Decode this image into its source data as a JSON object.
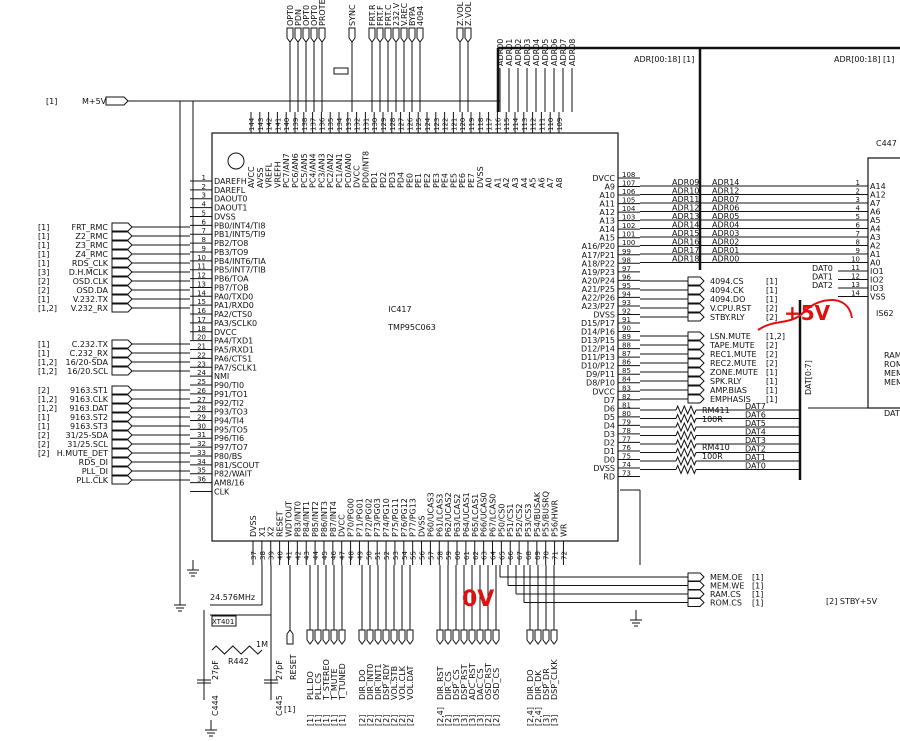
{
  "ic": {
    "ref": "IC417",
    "part": "TMP95C063",
    "left_pins": [
      {
        "num": "1",
        "label": "DAREFH"
      },
      {
        "num": "2",
        "label": "DAREFL"
      },
      {
        "num": "3",
        "label": "DAOUT0"
      },
      {
        "num": "4",
        "label": "DAOUT1"
      },
      {
        "num": "5",
        "label": "DVSS"
      },
      {
        "num": "6",
        "label": "PB0/INT4/TI8"
      },
      {
        "num": "7",
        "label": "PB1/INT5/TI9"
      },
      {
        "num": "8",
        "label": "PB2/TO8"
      },
      {
        "num": "9",
        "label": "PB3/TO9"
      },
      {
        "num": "10",
        "label": "PB4/INT6/TIA"
      },
      {
        "num": "11",
        "label": "PB5/INT7/TIB"
      },
      {
        "num": "12",
        "label": "PB6/TOA"
      },
      {
        "num": "13",
        "label": "PB7/TOB"
      },
      {
        "num": "14",
        "label": "PA0/TXD0"
      },
      {
        "num": "15",
        "label": "PA1/RXD0"
      },
      {
        "num": "16",
        "label": "PA2/CTS0"
      },
      {
        "num": "17",
        "label": "PA3/SCLK0"
      },
      {
        "num": "18",
        "label": "DVCC"
      },
      {
        "num": "20",
        "label": "PA4/TXD1"
      },
      {
        "num": "21",
        "label": "PA5/RXD1"
      },
      {
        "num": "22",
        "label": "PA6/CTS1"
      },
      {
        "num": "23",
        "label": "PA7/SCLK1"
      },
      {
        "num": "24",
        "label": "NMI"
      },
      {
        "num": "25",
        "label": "P90/TI0"
      },
      {
        "num": "26",
        "label": "P91/TO1"
      },
      {
        "num": "27",
        "label": "P92/TI2"
      },
      {
        "num": "28",
        "label": "P93/TO3"
      },
      {
        "num": "29",
        "label": "P94/TI4"
      },
      {
        "num": "30",
        "label": "P95/TO5"
      },
      {
        "num": "31",
        "label": "P96/TI6"
      },
      {
        "num": "32",
        "label": "P97/TO7"
      },
      {
        "num": "33",
        "label": "P80/BS"
      },
      {
        "num": "34",
        "label": "P81/SCOUT"
      },
      {
        "num": "35",
        "label": "P82/WAIT"
      },
      {
        "num": "36",
        "label": "AM8/16"
      },
      {
        "num": "",
        "label": "CLK"
      }
    ],
    "right_pins": [
      {
        "num": "108",
        "label": "DVCC"
      },
      {
        "num": "107",
        "label": "A9"
      },
      {
        "num": "106",
        "label": "A10"
      },
      {
        "num": "105",
        "label": "A11"
      },
      {
        "num": "104",
        "label": "A12"
      },
      {
        "num": "103",
        "label": "A13"
      },
      {
        "num": "102",
        "label": "A14"
      },
      {
        "num": "101",
        "label": "A15"
      },
      {
        "num": "100",
        "label": "A16/P20"
      },
      {
        "num": "99",
        "label": "A17/P21"
      },
      {
        "num": "98",
        "label": "A18/P22"
      },
      {
        "num": "97",
        "label": "A19/P23"
      },
      {
        "num": "96",
        "label": "A20/P24"
      },
      {
        "num": "95",
        "label": "A21/P25"
      },
      {
        "num": "94",
        "label": "A22/P26"
      },
      {
        "num": "93",
        "label": "A23/P27"
      },
      {
        "num": "92",
        "label": "DVSS"
      },
      {
        "num": "91",
        "label": "D15/P17"
      },
      {
        "num": "90",
        "label": "D14/P16"
      },
      {
        "num": "89",
        "label": "D13/P15"
      },
      {
        "num": "88",
        "label": "D12/P14"
      },
      {
        "num": "87",
        "label": "D11/P13"
      },
      {
        "num": "86",
        "label": "D10/P12"
      },
      {
        "num": "85",
        "label": "D9/P11"
      },
      {
        "num": "84",
        "label": "D8/P10"
      },
      {
        "num": "83",
        "label": "DVCC"
      },
      {
        "num": "82",
        "label": "D7"
      },
      {
        "num": "81",
        "label": "D6"
      },
      {
        "num": "80",
        "label": "D5"
      },
      {
        "num": "79",
        "label": "D4"
      },
      {
        "num": "78",
        "label": "D3"
      },
      {
        "num": "77",
        "label": "D2"
      },
      {
        "num": "76",
        "label": "D1"
      },
      {
        "num": "75",
        "label": "D0"
      },
      {
        "num": "74",
        "label": "DVSS"
      },
      {
        "num": "73",
        "label": "RD"
      }
    ],
    "top_pins": [
      {
        "num": "144",
        "label": "AVCC"
      },
      {
        "num": "143",
        "label": "AVSS"
      },
      {
        "num": "142",
        "label": "VREFL"
      },
      {
        "num": "141",
        "label": "VREFH"
      },
      {
        "num": "140",
        "label": "PC7/AN7"
      },
      {
        "num": "139",
        "label": "PC6/AN6"
      },
      {
        "num": "138",
        "label": "PC5/AN5"
      },
      {
        "num": "137",
        "label": "PC4/AN4"
      },
      {
        "num": "136",
        "label": "PC3/AN3"
      },
      {
        "num": "135",
        "label": "PC2/AN2"
      },
      {
        "num": "134",
        "label": "PC1/AN1"
      },
      {
        "num": "133",
        "label": "PC0/AN0"
      },
      {
        "num": "132",
        "label": "DVCC"
      },
      {
        "num": "131",
        "label": "PD0/INT8"
      },
      {
        "num": "130",
        "label": "PD1"
      },
      {
        "num": "129",
        "label": "PD2"
      },
      {
        "num": "128",
        "label": "PD3"
      },
      {
        "num": "127",
        "label": "PD4"
      },
      {
        "num": "126",
        "label": "PE0"
      },
      {
        "num": "125",
        "label": "PE1"
      },
      {
        "num": "124",
        "label": "PE2"
      },
      {
        "num": "123",
        "label": "PE3"
      },
      {
        "num": "122",
        "label": "PE4"
      },
      {
        "num": "121",
        "label": "PE5"
      },
      {
        "num": "120",
        "label": "PE6"
      },
      {
        "num": "119",
        "label": "PE7"
      },
      {
        "num": "118",
        "label": "DVSS"
      },
      {
        "num": "117",
        "label": "A0"
      },
      {
        "num": "116",
        "label": "A1"
      },
      {
        "num": "115",
        "label": "A2"
      },
      {
        "num": "114",
        "label": "A3"
      },
      {
        "num": "113",
        "label": "A4"
      },
      {
        "num": "112",
        "label": "A5"
      },
      {
        "num": "111",
        "label": "A6"
      },
      {
        "num": "110",
        "label": "A7"
      },
      {
        "num": "109",
        "label": "A8"
      }
    ],
    "bottom_pins": [
      {
        "num": "37",
        "label": "DVSS"
      },
      {
        "num": "38",
        "label": "X1"
      },
      {
        "num": "39",
        "label": "X2"
      },
      {
        "num": "40",
        "label": "RESET"
      },
      {
        "num": "41",
        "label": "WDTOUT"
      },
      {
        "num": "42",
        "label": "P83/INT0"
      },
      {
        "num": "43",
        "label": "P84/INT1"
      },
      {
        "num": "44",
        "label": "P85/INT2"
      },
      {
        "num": "45",
        "label": "P86/INT3"
      },
      {
        "num": "46",
        "label": "P87/INT4"
      },
      {
        "num": "47",
        "label": "DVCC"
      },
      {
        "num": "48",
        "label": "P70/PG00"
      },
      {
        "num": "49",
        "label": "P71/PG01"
      },
      {
        "num": "50",
        "label": "P72/PG02"
      },
      {
        "num": "51",
        "label": "P73/PG03"
      },
      {
        "num": "52",
        "label": "P74/PG10"
      },
      {
        "num": "53",
        "label": "P75/PG11"
      },
      {
        "num": "54",
        "label": "P76/PG12"
      },
      {
        "num": "55",
        "label": "P77/PG13"
      },
      {
        "num": "56",
        "label": "DVSS"
      },
      {
        "num": "57",
        "label": "P60/UCAS3"
      },
      {
        "num": "58",
        "label": "P61/LCAS3"
      },
      {
        "num": "59",
        "label": "P62/UCAS2"
      },
      {
        "num": "60",
        "label": "P63/LCAS2"
      },
      {
        "num": "61",
        "label": "P64/UCAS1"
      },
      {
        "num": "62",
        "label": "P65/LCAS1"
      },
      {
        "num": "63",
        "label": "P66/UCAS0"
      },
      {
        "num": "64",
        "label": "P67/LCAS0"
      },
      {
        "num": "65",
        "label": "P50/CS0"
      },
      {
        "num": "66",
        "label": "P51/CS1"
      },
      {
        "num": "67",
        "label": "P52/CS2"
      },
      {
        "num": "68",
        "label": "P53/CS3"
      },
      {
        "num": "69",
        "label": "P54/BUSAK"
      },
      {
        "num": "70",
        "label": "P55/BUSRQ"
      },
      {
        "num": "71",
        "label": "P56/HWR"
      },
      {
        "num": "72",
        "label": "WR"
      }
    ]
  },
  "left_signals": [
    {
      "ref": "[1]",
      "name": "FRT_RMC"
    },
    {
      "ref": "[1]",
      "name": "Z2_RMC"
    },
    {
      "ref": "[1]",
      "name": "Z3_RMC"
    },
    {
      "ref": "[1]",
      "name": "Z4_RMC"
    },
    {
      "ref": "[1]",
      "name": "RDS_CLK"
    },
    {
      "ref": "[3]",
      "name": "D.H.MCLK"
    },
    {
      "ref": "[2]",
      "name": "OSD.CLK"
    },
    {
      "ref": "[2]",
      "name": "OSD.DA"
    },
    {
      "ref": "[1]",
      "name": "V.232.TX"
    },
    {
      "ref": "[1,2]",
      "name": "V.232_RX"
    },
    {
      "ref": "[1]",
      "name": "C.232.TX"
    },
    {
      "ref": "[1]",
      "name": "C.232_RX"
    },
    {
      "ref": "[1,2]",
      "name": "16/20-SDA"
    },
    {
      "ref": "[1,2]",
      "name": "16/20.SCL"
    },
    {
      "ref": "[2]",
      "name": "9163.ST1"
    },
    {
      "ref": "[1,2]",
      "name": "9163.CLK"
    },
    {
      "ref": "[1,2]",
      "name": "9163.DAT"
    },
    {
      "ref": "[1]",
      "name": "9163.ST2"
    },
    {
      "ref": "[1]",
      "name": "9163.ST3"
    },
    {
      "ref": "[2]",
      "name": "31/25-SDA"
    },
    {
      "ref": "[2]",
      "name": "31/25.SCL"
    },
    {
      "ref": "[2]",
      "name": "H.MUTE_DET"
    },
    {
      "ref": "",
      "name": "RDS_DI"
    },
    {
      "ref": "",
      "name": "PLL_DI"
    },
    {
      "ref": "",
      "name": "PLL.CLK"
    }
  ],
  "power_in": {
    "ref": "[1]",
    "name": "M+5V"
  },
  "top_nets": [
    "OPT0",
    "PDN",
    "OPT0",
    "OPT0",
    "PROTE",
    "SYNC",
    "FRT.R",
    "FRT.F",
    "FRT.C",
    "232.V",
    "V.REC",
    "BYPA",
    "4094",
    "Z.VOL",
    "Z.VOL"
  ],
  "adr_top_nets": [
    "ADR00",
    "ADR01",
    "ADR02",
    "ADR03",
    "ADR04",
    "ADR05",
    "ADR06",
    "ADR07",
    "ADR08"
  ],
  "adr_bus_label": "ADR[00:18] [1]",
  "adr_bus_label2": "ADR[00:18] [1]",
  "adr_right_nets": [
    {
      "left": "ADR09",
      "right": "ADR14"
    },
    {
      "left": "ADR10",
      "right": "ADR12"
    },
    {
      "left": "ADR11",
      "right": "ADR07"
    },
    {
      "left": "ADR12",
      "right": "ADR06"
    },
    {
      "left": "ADR13",
      "right": "ADR05"
    },
    {
      "left": "ADR14",
      "right": "ADR04"
    },
    {
      "left": "ADR15",
      "right": "ADR03"
    },
    {
      "left": "ADR16",
      "right": "ADR02"
    },
    {
      "left": "ADR17",
      "right": "ADR01"
    },
    {
      "left": "ADR18",
      "right": "ADR00"
    }
  ],
  "right_ctrl": [
    {
      "name": "4094.CS",
      "ref": "[1]"
    },
    {
      "name": "4094.CK",
      "ref": "[1]"
    },
    {
      "name": "4094.DO",
      "ref": "[1]"
    },
    {
      "name": "V.CPU.RST",
      "ref": "[2]"
    },
    {
      "name": "STBY.RLY",
      "ref": "[2]"
    }
  ],
  "right_mute": [
    {
      "name": "LSN.MUTE",
      "ref": "[1,2]"
    },
    {
      "name": "TAPE.MUTE",
      "ref": "[2]"
    },
    {
      "name": "REC1.MUTE",
      "ref": "[2]"
    },
    {
      "name": "REC2.MUTE",
      "ref": "[2]"
    },
    {
      "name": "ZONE.MUTE",
      "ref": "[1]"
    },
    {
      "name": "SPK.RLY",
      "ref": "[1]"
    },
    {
      "name": "AMP.BIAS",
      "ref": "[1]"
    },
    {
      "name": "EMPHASIS",
      "ref": "[1]"
    }
  ],
  "resistors": [
    {
      "ref": "RM411",
      "value": "100R"
    },
    {
      "ref": "RM410",
      "value": "100R"
    }
  ],
  "dat_nets": [
    "DAT7",
    "DAT6",
    "DAT5",
    "DAT4",
    "DAT3",
    "DAT2",
    "DAT1",
    "DAT0"
  ],
  "mem_signals": [
    {
      "name": "MEM.OE",
      "ref": "[1]"
    },
    {
      "name": "MEM.WE",
      "ref": "[1]"
    },
    {
      "name": "RAM.CS",
      "ref": "[1]"
    },
    {
      "name": "ROM.CS",
      "ref": "[1]"
    }
  ],
  "crystal": {
    "freq": "24.576MHz",
    "ref": "XT401",
    "r_ref": "R442",
    "r_val": "1M",
    "c1_val": "27pF",
    "c1_ref": "C444",
    "c2_val": "27pF",
    "c2_ref": "C445"
  },
  "reset_label": "RESET",
  "bottom_nets": [
    {
      "ref": "[1]",
      "name": "PLL.DO"
    },
    {
      "ref": "[1]",
      "name": "PLL.CS"
    },
    {
      "ref": "[1]",
      "name": "T_STEREO"
    },
    {
      "ref": "[1]",
      "name": "T_MUTE"
    },
    {
      "ref": "[1]",
      "name": "T_TUNED"
    },
    {
      "ref": "[2]",
      "name": "DIR_DO"
    },
    {
      "ref": "[2]",
      "name": "DIR_INT0"
    },
    {
      "ref": "[2]",
      "name": "DIR_INT1"
    },
    {
      "ref": "[2]",
      "name": "DSP_RDY"
    },
    {
      "ref": "[2]",
      "name": "VOL.STB"
    },
    {
      "ref": "[2]",
      "name": "VOL.CLK"
    },
    {
      "ref": "[2]",
      "name": "VOL.DAT"
    },
    {
      "ref": "[2,4]",
      "name": "DIR_RST"
    },
    {
      "ref": "[2]",
      "name": "DIR_CS"
    },
    {
      "ref": "[3]",
      "name": "DSP_CS"
    },
    {
      "ref": "[3]",
      "name": "DSP_RST"
    },
    {
      "ref": "[3]",
      "name": "ADC_RST"
    },
    {
      "ref": "[3]",
      "name": "DAC_CS"
    },
    {
      "ref": "[2]",
      "name": "OSD_RST"
    },
    {
      "ref": "[2]",
      "name": "OSD_CS"
    },
    {
      "ref": "[2,4]",
      "name": "DIR_DO"
    },
    {
      "ref": "[2,4]",
      "name": "DIR_DK"
    },
    {
      "ref": "[3]",
      "name": "DSP_DR"
    },
    {
      "ref": "[3]",
      "name": "DSP_CLKK"
    }
  ],
  "right_block": {
    "pins": [
      {
        "num": "1",
        "label": "A14"
      },
      {
        "num": "2",
        "label": "A12"
      },
      {
        "num": "3",
        "label": "A7"
      },
      {
        "num": "4",
        "label": "A6"
      },
      {
        "num": "5",
        "label": "A5"
      },
      {
        "num": "6",
        "label": "A4"
      },
      {
        "num": "7",
        "label": "A3"
      },
      {
        "num": "8",
        "label": "A2"
      },
      {
        "num": "9",
        "label": "A1"
      },
      {
        "num": "10",
        "label": "A0"
      },
      {
        "num": "11",
        "label": "IO1"
      },
      {
        "num": "12",
        "label": "IO2"
      },
      {
        "num": "13",
        "label": "IO3"
      },
      {
        "num": "14",
        "label": "VSS"
      }
    ],
    "cap": "C447",
    "ic_part": "IS62",
    "dat_bus": "DAT[0:7]",
    "dat_in": [
      "DAT0",
      "DAT1",
      "DAT2"
    ],
    "labels": [
      "RAM",
      "ROM",
      "MEM",
      "MEM"
    ],
    "bottom": "DAT"
  },
  "stby": "[2] STBY+5V",
  "annotations": {
    "plus5v": "+5V",
    "zero_v": "0V"
  }
}
